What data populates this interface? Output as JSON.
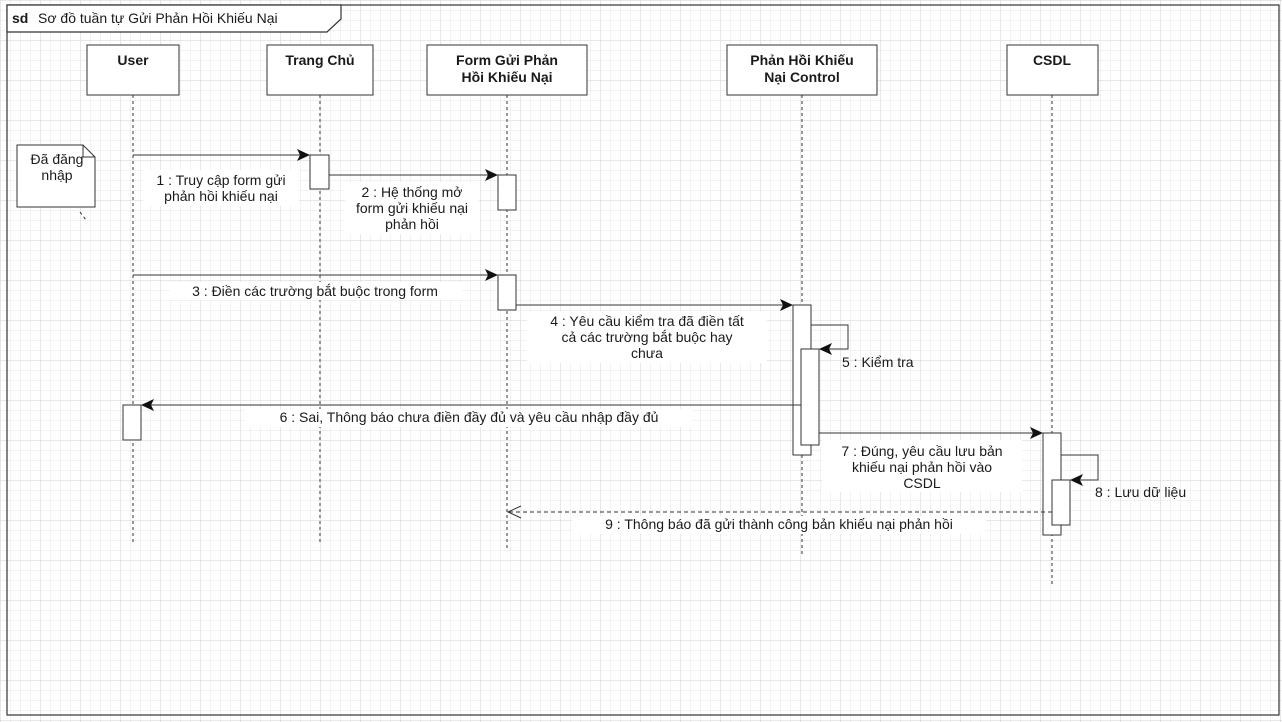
{
  "diagram": {
    "frame": {
      "keyword": "sd",
      "title": "Sơ đồ tuần tự  Gửi Phản Hồi Khiếu Nại"
    },
    "lifelines": [
      {
        "id": "user",
        "lines": [
          "User"
        ]
      },
      {
        "id": "home",
        "lines": [
          "Trang Chủ"
        ]
      },
      {
        "id": "form",
        "lines": [
          "Form Gửi Phản",
          "Hồi Khiếu Nại"
        ]
      },
      {
        "id": "control",
        "lines": [
          "Phản Hồi Khiếu",
          "Nại Control"
        ]
      },
      {
        "id": "db",
        "lines": [
          "CSDL"
        ]
      }
    ],
    "note": {
      "lines": [
        "Đã đăng",
        "nhập"
      ]
    },
    "messages": [
      {
        "id": "m1",
        "lines": [
          "1 : Truy cập form gửi",
          "phản hồi khiếu nại"
        ]
      },
      {
        "id": "m2",
        "lines": [
          "2 : Hệ thống mở",
          "form gửi khiếu nại",
          "phản hồi"
        ]
      },
      {
        "id": "m3",
        "lines": [
          "3 : Điền các trường bắt buộc trong form"
        ]
      },
      {
        "id": "m4",
        "lines": [
          "4 : Yêu cầu kiểm tra đã điền tất",
          "cả các trường bắt buộc hay",
          "chưa"
        ]
      },
      {
        "id": "m5",
        "lines": [
          "5 : Kiểm tra"
        ]
      },
      {
        "id": "m6",
        "lines": [
          "6 : Sai, Thông báo chưa điền đầy đủ và yêu cầu nhập đầy đủ"
        ]
      },
      {
        "id": "m7",
        "lines": [
          "7 : Đúng, yêu cầu lưu bản",
          "khiếu nại phản hồi vào",
          "CSDL"
        ]
      },
      {
        "id": "m8",
        "lines": [
          "8 : Lưu dữ liệu"
        ]
      },
      {
        "id": "m9",
        "lines": [
          "9 : Thông báo đã gửi thành công bản khiếu nại phản hồi"
        ]
      }
    ]
  }
}
